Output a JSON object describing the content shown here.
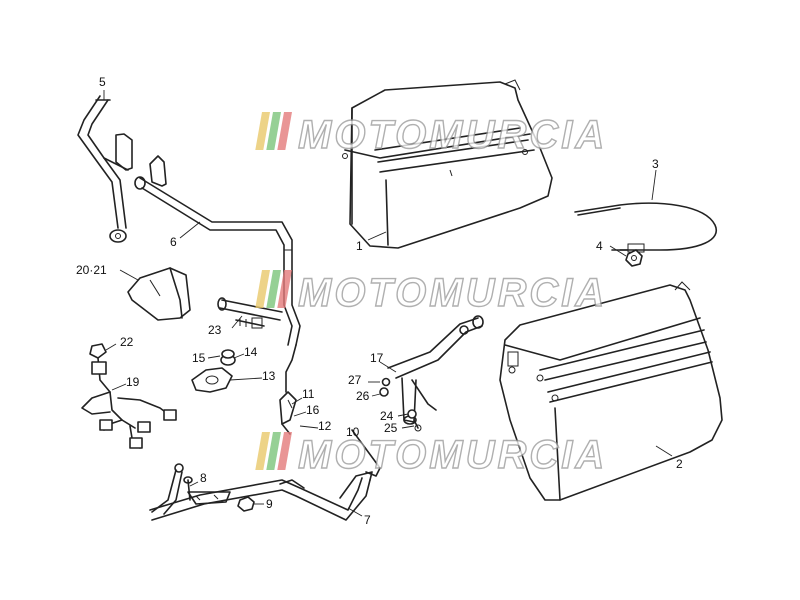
{
  "watermark": {
    "text": "MOTOMURCIA",
    "stripe_colors": [
      "#e8c86a",
      "#7cc47a",
      "#e37b7b"
    ],
    "outline_color": "#9a9a9a"
  },
  "callouts": {
    "p1": "1",
    "p2": "2",
    "p3": "3",
    "p4": "4",
    "p5": "5",
    "p6": "6",
    "p7": "7",
    "p8": "8",
    "p9": "9",
    "p11": "11",
    "p12": "12",
    "p13": "13",
    "p14": "14",
    "p15": "15",
    "p16": "16",
    "p17": "17",
    "p19": "19",
    "p20_21": "20·21",
    "p22": "22",
    "p23": "23",
    "p24": "24",
    "p25": "25",
    "p26": "26",
    "p27": "27",
    "p10": "10"
  }
}
